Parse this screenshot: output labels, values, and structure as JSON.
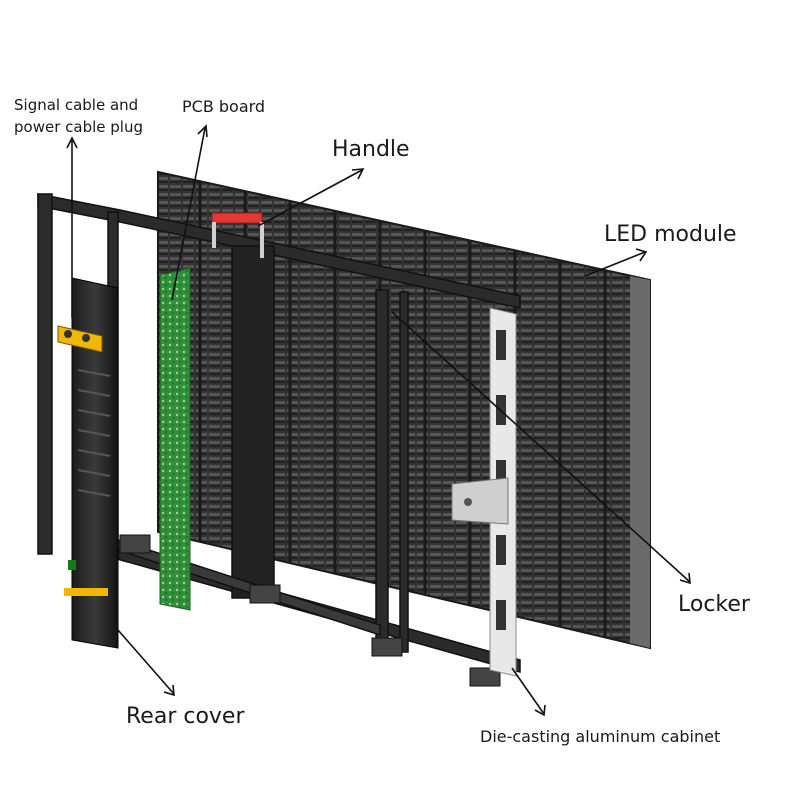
{
  "labels": {
    "signal_cable_line1": "Signal cable and",
    "signal_cable_line2": "power cable plug",
    "pcb_board": "PCB board",
    "handle": "Handle",
    "led_module": "LED module",
    "locker": "Locker",
    "rear_cover": "Rear cover",
    "die_casting": "Die-casting aluminum cabinet"
  },
  "colors": {
    "frame": "#2b2b2b",
    "module": "#3a3a3a",
    "pcb": "#2f8f3a",
    "handle_grip": "#e53935",
    "plug": "#f2b705",
    "bracket": "#e8e8e8"
  }
}
